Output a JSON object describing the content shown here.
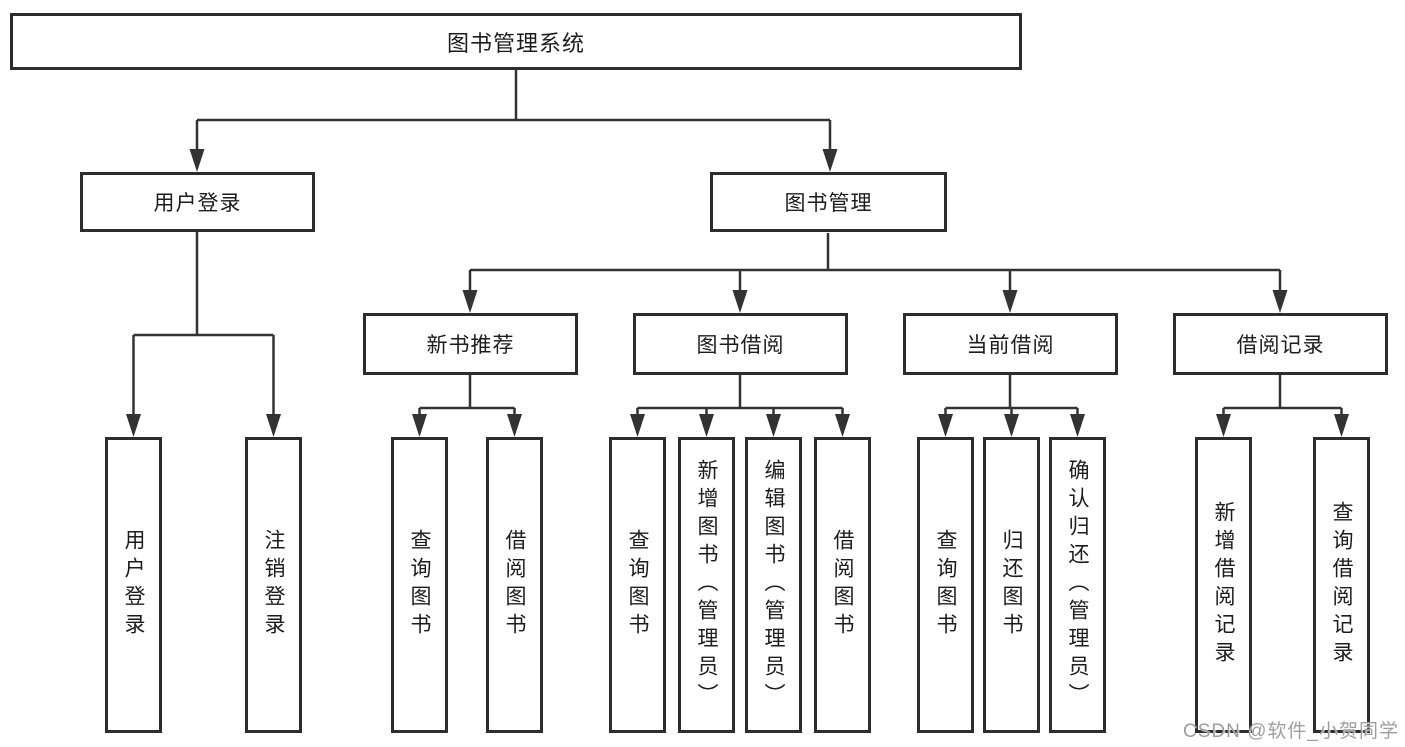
{
  "diagram": {
    "root": {
      "label": "图书管理系统"
    },
    "branches": [
      {
        "label": "用户登录",
        "children": [
          {
            "label": "用户登录"
          },
          {
            "label": "注销登录"
          }
        ]
      },
      {
        "label": "图书管理",
        "children": [
          {
            "label": "新书推荐",
            "children": [
              {
                "label": "查询图书"
              },
              {
                "label": "借阅图书"
              }
            ]
          },
          {
            "label": "图书借阅",
            "children": [
              {
                "label": "查询图书"
              },
              {
                "label": "新增图书（管理员）"
              },
              {
                "label": "编辑图书（管理员）"
              },
              {
                "label": "借阅图书"
              }
            ]
          },
          {
            "label": "当前借阅",
            "children": [
              {
                "label": "查询图书"
              },
              {
                "label": "归还图书"
              },
              {
                "label": "确认归还（管理员）"
              }
            ]
          },
          {
            "label": "借阅记录",
            "children": [
              {
                "label": "新增借阅记录"
              },
              {
                "label": "查询借阅记录"
              }
            ]
          }
        ]
      }
    ]
  },
  "watermark": {
    "text": "CSDN @软件_小贺同学"
  },
  "colors": {
    "line": "#333333",
    "box_border": "#2d2d2d",
    "text": "#1c1c1c",
    "background": "#ffffff",
    "watermark": "#9e9ea2"
  }
}
